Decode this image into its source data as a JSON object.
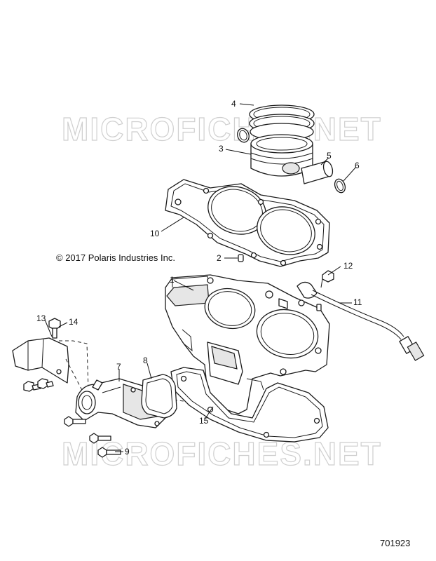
{
  "watermark": {
    "top": "MICROFICHES.NET",
    "bottom": "MICROFICHES.NET"
  },
  "copyright": "© 2017 Polaris Industries Inc.",
  "figure_id": "701923",
  "callouts": [
    "1",
    "2",
    "3",
    "4",
    "5",
    "6",
    "7",
    "8",
    "9",
    "10",
    "11",
    "12",
    "13",
    "14",
    "15"
  ]
}
